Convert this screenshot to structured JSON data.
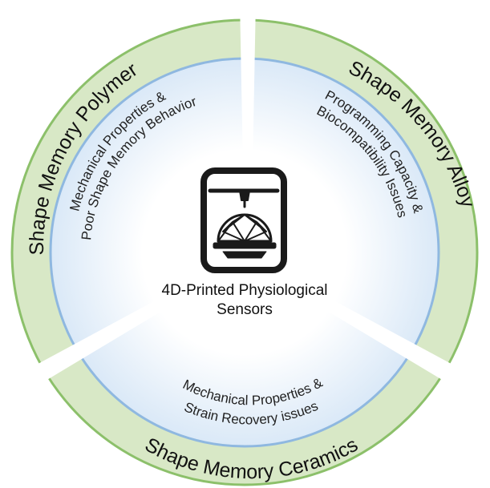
{
  "center": {
    "icon": "4d-printer-icon",
    "title_line1": "4D-Printed Physiological",
    "title_line2": "Sensors"
  },
  "segments": {
    "polymer": {
      "name": "Shape Memory Polymer",
      "issue_line1": "Mechanical Properties &",
      "issue_line2": "Poor Shape Memory Behavior"
    },
    "alloy": {
      "name": "Shape Memory Alloy",
      "issue_line1": "Programming Capacity &",
      "issue_line2": "Biocompatibility Issues"
    },
    "ceramics": {
      "name": "Shape Memory Ceramics",
      "issue_line1": "Mechanical Properties &",
      "issue_line2": "Strain Recovery issues"
    }
  },
  "colors": {
    "outer_ring": "#d8e8c6",
    "outer_ring_edge": "#8cc06a",
    "inner_edge": "#8fb8e0",
    "inner_fill": "#d9e8f7",
    "center_fill": "#ffffff",
    "icon": "#1a1a1a"
  }
}
